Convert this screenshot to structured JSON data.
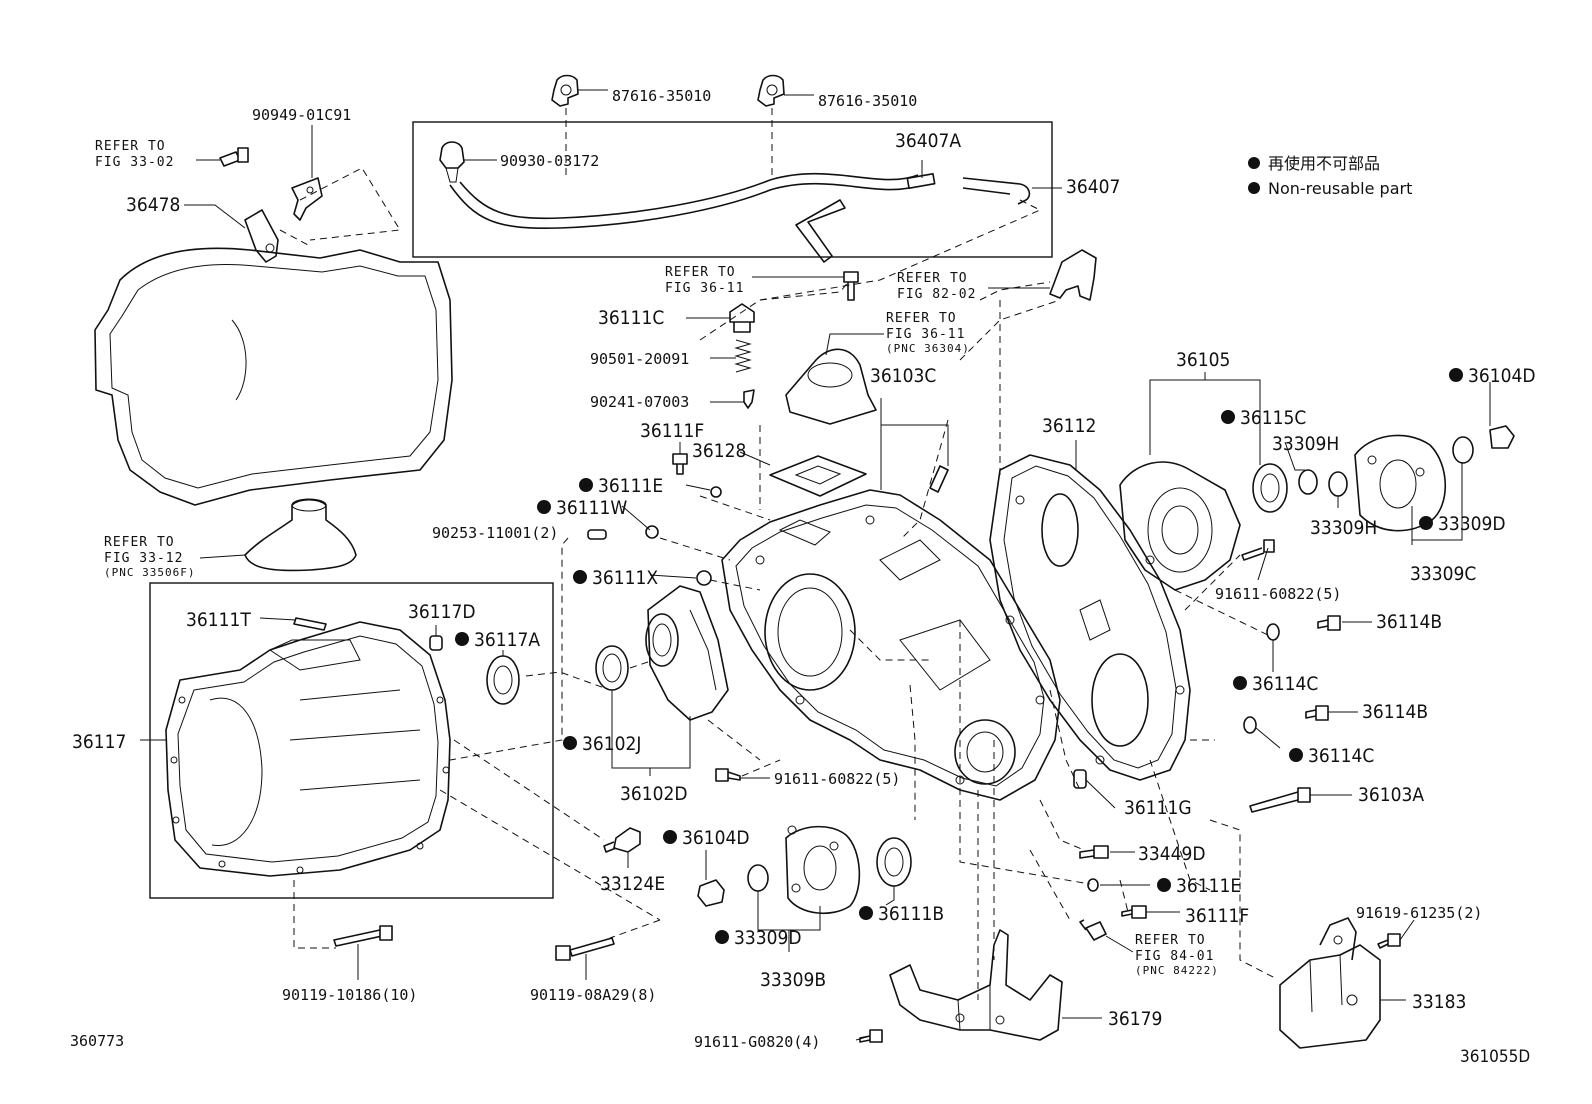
{
  "legend": {
    "japanese": "再使用不可部品",
    "english": "Non-reusable part"
  },
  "diagram_ids": {
    "left": "360773",
    "right": "361055D"
  },
  "refers": {
    "fig3302": {
      "line1": "REFER TO",
      "line2": "FIG 33-02",
      "line3": ""
    },
    "fig3611a": {
      "line1": "REFER TO",
      "line2": "FIG 36-11",
      "line3": ""
    },
    "fig8202": {
      "line1": "REFER TO",
      "line2": "FIG 82-02",
      "line3": ""
    },
    "fig3611b": {
      "line1": "REFER TO",
      "line2": "FIG 36-11",
      "line3": "(PNC 36304)"
    },
    "fig3312": {
      "line1": "REFER TO",
      "line2": "FIG 33-12",
      "line3": "(PNC 33506F)"
    },
    "fig8401": {
      "line1": "REFER TO",
      "line2": "FIG 84-01",
      "line3": "(PNC 84222)"
    }
  },
  "labels": [
    {
      "id": "p87616a",
      "text": "87616-35010",
      "style": "pn",
      "nonreusable": false
    },
    {
      "id": "p87616b",
      "text": "87616-35010",
      "style": "pn",
      "nonreusable": false
    },
    {
      "id": "p9094901c91",
      "text": "90949-01C91",
      "style": "pn",
      "nonreusable": false
    },
    {
      "id": "p9093003172",
      "text": "90930-03172",
      "style": "pn",
      "nonreusable": false
    },
    {
      "id": "p36407a",
      "text": "36407A",
      "style": "pnb",
      "nonreusable": false
    },
    {
      "id": "p36407",
      "text": "36407",
      "style": "pnb",
      "nonreusable": false
    },
    {
      "id": "p36478",
      "text": "36478",
      "style": "pnb",
      "nonreusable": false
    },
    {
      "id": "p36111c",
      "text": "36111C",
      "style": "pnb",
      "nonreusable": false
    },
    {
      "id": "p9050120091",
      "text": "90501-20091",
      "style": "pn",
      "nonreusable": false
    },
    {
      "id": "p9024107003",
      "text": "90241-07003",
      "style": "pn",
      "nonreusable": false
    },
    {
      "id": "p36111f_top",
      "text": "36111F",
      "style": "pnb",
      "nonreusable": false
    },
    {
      "id": "p36128",
      "text": "36128",
      "style": "pnb",
      "nonreusable": false
    },
    {
      "id": "p36111e_top",
      "text": "36111E",
      "style": "pnb",
      "nonreusable": true
    },
    {
      "id": "p36111w",
      "text": "36111W",
      "style": "pnb",
      "nonreusable": true
    },
    {
      "id": "p9025311001",
      "text": "90253-11001(2)",
      "style": "pn",
      "nonreusable": false
    },
    {
      "id": "p36111x",
      "text": "36111X",
      "style": "pnb",
      "nonreusable": true
    },
    {
      "id": "p36103c",
      "text": "36103C",
      "style": "pnb",
      "nonreusable": false
    },
    {
      "id": "p36112",
      "text": "36112",
      "style": "pnb",
      "nonreusable": false
    },
    {
      "id": "p36105",
      "text": "36105",
      "style": "pnb",
      "nonreusable": false
    },
    {
      "id": "p36104d_r",
      "text": "36104D",
      "style": "pnb",
      "nonreusable": true
    },
    {
      "id": "p36115c",
      "text": "36115C",
      "style": "pnb",
      "nonreusable": true
    },
    {
      "id": "p33309h_a",
      "text": "33309H",
      "style": "pnb",
      "nonreusable": false
    },
    {
      "id": "p33309h_b",
      "text": "33309H",
      "style": "pnb",
      "nonreusable": false
    },
    {
      "id": "p33309d_r",
      "text": "33309D",
      "style": "pnb",
      "nonreusable": true
    },
    {
      "id": "p33309c",
      "text": "33309C",
      "style": "pnb",
      "nonreusable": false
    },
    {
      "id": "p9161160822_r",
      "text": "91611-60822(5)",
      "style": "pn",
      "nonreusable": false
    },
    {
      "id": "p36114b_a",
      "text": "36114B",
      "style": "pnb",
      "nonreusable": false
    },
    {
      "id": "p36114c_a",
      "text": "36114C",
      "style": "pnb",
      "nonreusable": true
    },
    {
      "id": "p36114b_b",
      "text": "36114B",
      "style": "pnb",
      "nonreusable": false
    },
    {
      "id": "p36114c_b",
      "text": "36114C",
      "style": "pnb",
      "nonreusable": true
    },
    {
      "id": "p36103a",
      "text": "36103A",
      "style": "pnb",
      "nonreusable": false
    },
    {
      "id": "p36111g",
      "text": "36111G",
      "style": "pnb",
      "nonreusable": false
    },
    {
      "id": "p33449d",
      "text": "33449D",
      "style": "pnb",
      "nonreusable": false
    },
    {
      "id": "p36111e_bot",
      "text": "36111E",
      "style": "pnb",
      "nonreusable": true
    },
    {
      "id": "p36111f_bot",
      "text": "36111F",
      "style": "pnb",
      "nonreusable": false
    },
    {
      "id": "p9161961235",
      "text": "91619-61235(2)",
      "style": "pn",
      "nonreusable": false
    },
    {
      "id": "p33183",
      "text": "33183",
      "style": "pnb",
      "nonreusable": false
    },
    {
      "id": "p36179",
      "text": "36179",
      "style": "pnb",
      "nonreusable": false
    },
    {
      "id": "p91611g0820",
      "text": "91611-G0820(4)",
      "style": "pn",
      "nonreusable": false
    },
    {
      "id": "p36111b",
      "text": "36111B",
      "style": "pnb",
      "nonreusable": true
    },
    {
      "id": "p33309d_b",
      "text": "33309D",
      "style": "pnb",
      "nonreusable": true
    },
    {
      "id": "p33309b",
      "text": "33309B",
      "style": "pnb",
      "nonreusable": false
    },
    {
      "id": "p36104d_b",
      "text": "36104D",
      "style": "pnb",
      "nonreusable": true
    },
    {
      "id": "p33124e",
      "text": "33124E",
      "style": "pnb",
      "nonreusable": false
    },
    {
      "id": "p9161160822_m",
      "text": "91611-60822(5)",
      "style": "pn",
      "nonreusable": false
    },
    {
      "id": "p36102d",
      "text": "36102D",
      "style": "pnb",
      "nonreusable": false
    },
    {
      "id": "p36102j",
      "text": "36102J",
      "style": "pnb",
      "nonreusable": true
    },
    {
      "id": "p36111t",
      "text": "36111T",
      "style": "pnb",
      "nonreusable": false
    },
    {
      "id": "p36117d",
      "text": "36117D",
      "style": "pnb",
      "nonreusable": false
    },
    {
      "id": "p36117a",
      "text": "36117A",
      "style": "pnb",
      "nonreusable": true
    },
    {
      "id": "p36117",
      "text": "36117",
      "style": "pnb",
      "nonreusable": false
    },
    {
      "id": "p9011910186",
      "text": "90119-10186(10)",
      "style": "pn",
      "nonreusable": false
    },
    {
      "id": "p9011908a29",
      "text": "90119-08A29(8)",
      "style": "pn",
      "nonreusable": false
    }
  ]
}
